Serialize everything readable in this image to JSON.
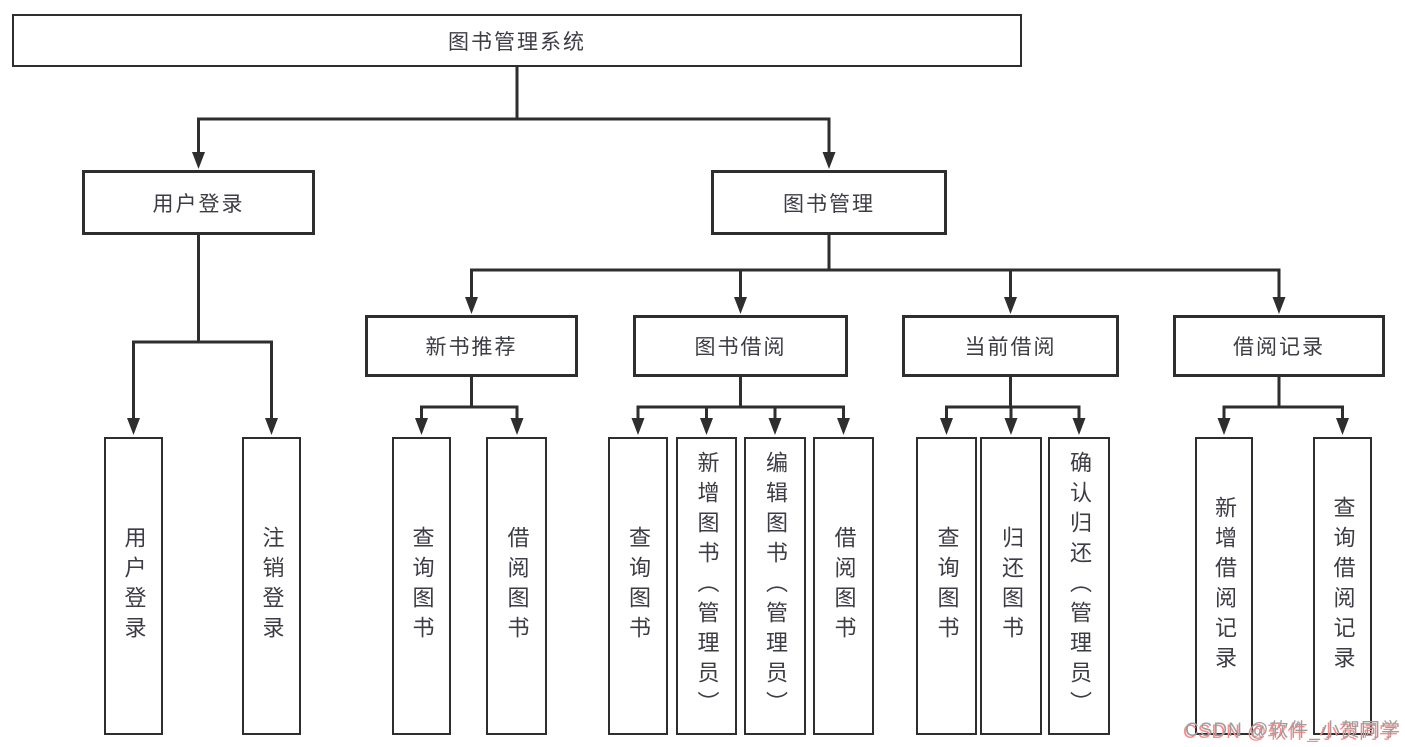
{
  "diagram": {
    "title": "图书管理系统",
    "nodes": {
      "root": "图书管理系统",
      "user_login": "用户登录",
      "book_mgmt": "图书管理",
      "new_book_rec": "新书推荐",
      "book_borrow": "图书借阅",
      "current_borrow": "当前借阅",
      "borrow_records": "借阅记录",
      "leaf_user_login": "用户登录",
      "leaf_logout": "注销登录",
      "leaf_query_book_rec": "查询图书",
      "leaf_borrow_book_rec": "借阅图书",
      "leaf_query_book_borrow": "查询图书",
      "leaf_add_book_admin": "新增图书（管理员）",
      "leaf_edit_book_admin": "编辑图书（管理员）",
      "leaf_borrow_book_borrow": "借阅图书",
      "leaf_query_book_current": "查询图书",
      "leaf_return_book": "归还图书",
      "leaf_confirm_return_admin": "确认归还（管理员）",
      "leaf_add_borrow_record": "新增借阅记录",
      "leaf_query_borrow_record": "查询借阅记录"
    },
    "edges": [
      "图书管理系统→用户登录",
      "图书管理系统→图书管理",
      "用户登录→用户登录",
      "用户登录→注销登录",
      "图书管理→新书推荐",
      "图书管理→图书借阅",
      "图书管理→当前借阅",
      "图书管理→借阅记录",
      "新书推荐→查询图书",
      "新书推荐→借阅图书",
      "图书借阅→查询图书",
      "图书借阅→新增图书（管理员）",
      "图书借阅→编辑图书（管理员）",
      "图书借阅→借阅图书",
      "当前借阅→查询图书",
      "当前借阅→归还图书",
      "当前借阅→确认归还（管理员）",
      "借阅记录→新增借阅记录",
      "借阅记录→查询借阅记录"
    ],
    "colors": {
      "background": "#ffffff",
      "line": "#2e2e2e",
      "text": "#3c3c44",
      "watermark_gray": "#9e9e9e",
      "watermark_pink": "#fb8a8a"
    }
  },
  "watermark": {
    "label": "CSDN @软件_小贺同学"
  }
}
